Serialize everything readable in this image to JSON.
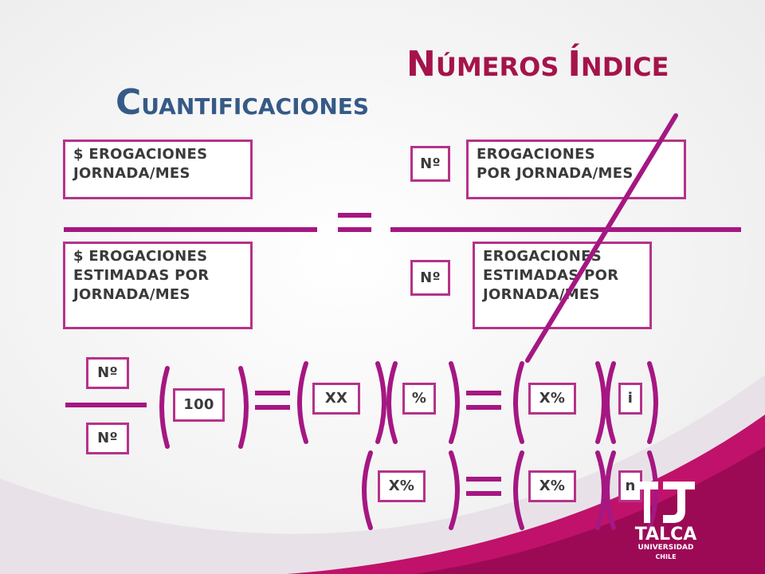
{
  "title_numeros": {
    "first": "N",
    "rest": "ÚMEROS ",
    "first2": "Í",
    "rest2": "NDICE"
  },
  "title_cuantificaciones": {
    "first": "C",
    "rest": "UANTIFICACIONES"
  },
  "left_fraction": {
    "numerator": "$ EROGACIONES\nJORNADA/MES",
    "denominator": "$ EROGACIONES\nESTIMADAS POR\nJORNADA/MES"
  },
  "right_fraction": {
    "numerator_label": "Nº",
    "numerator": "EROGACIONES\nPOR JORNADA/MES",
    "denominator_label": "Nº",
    "denominator": "EROGACIONES\nESTIMADAS POR\nJORNADA/MES"
  },
  "formula": {
    "num_top": "Nº",
    "num_bottom": "Nº",
    "hundred": "100",
    "xx": "XX",
    "percent": "%",
    "x_percent_1": "X%",
    "i": "i",
    "x_percent_2": "X%",
    "x_percent_3": "X%",
    "n": "n"
  },
  "logo": {
    "name": "TALCA",
    "line2": "UNIVERSIDAD",
    "line3": "CHILE"
  },
  "colors": {
    "accent": "#a51782",
    "title_red": "#a5134a",
    "title_blue": "#355a86",
    "background_accent": "#c0126a"
  }
}
